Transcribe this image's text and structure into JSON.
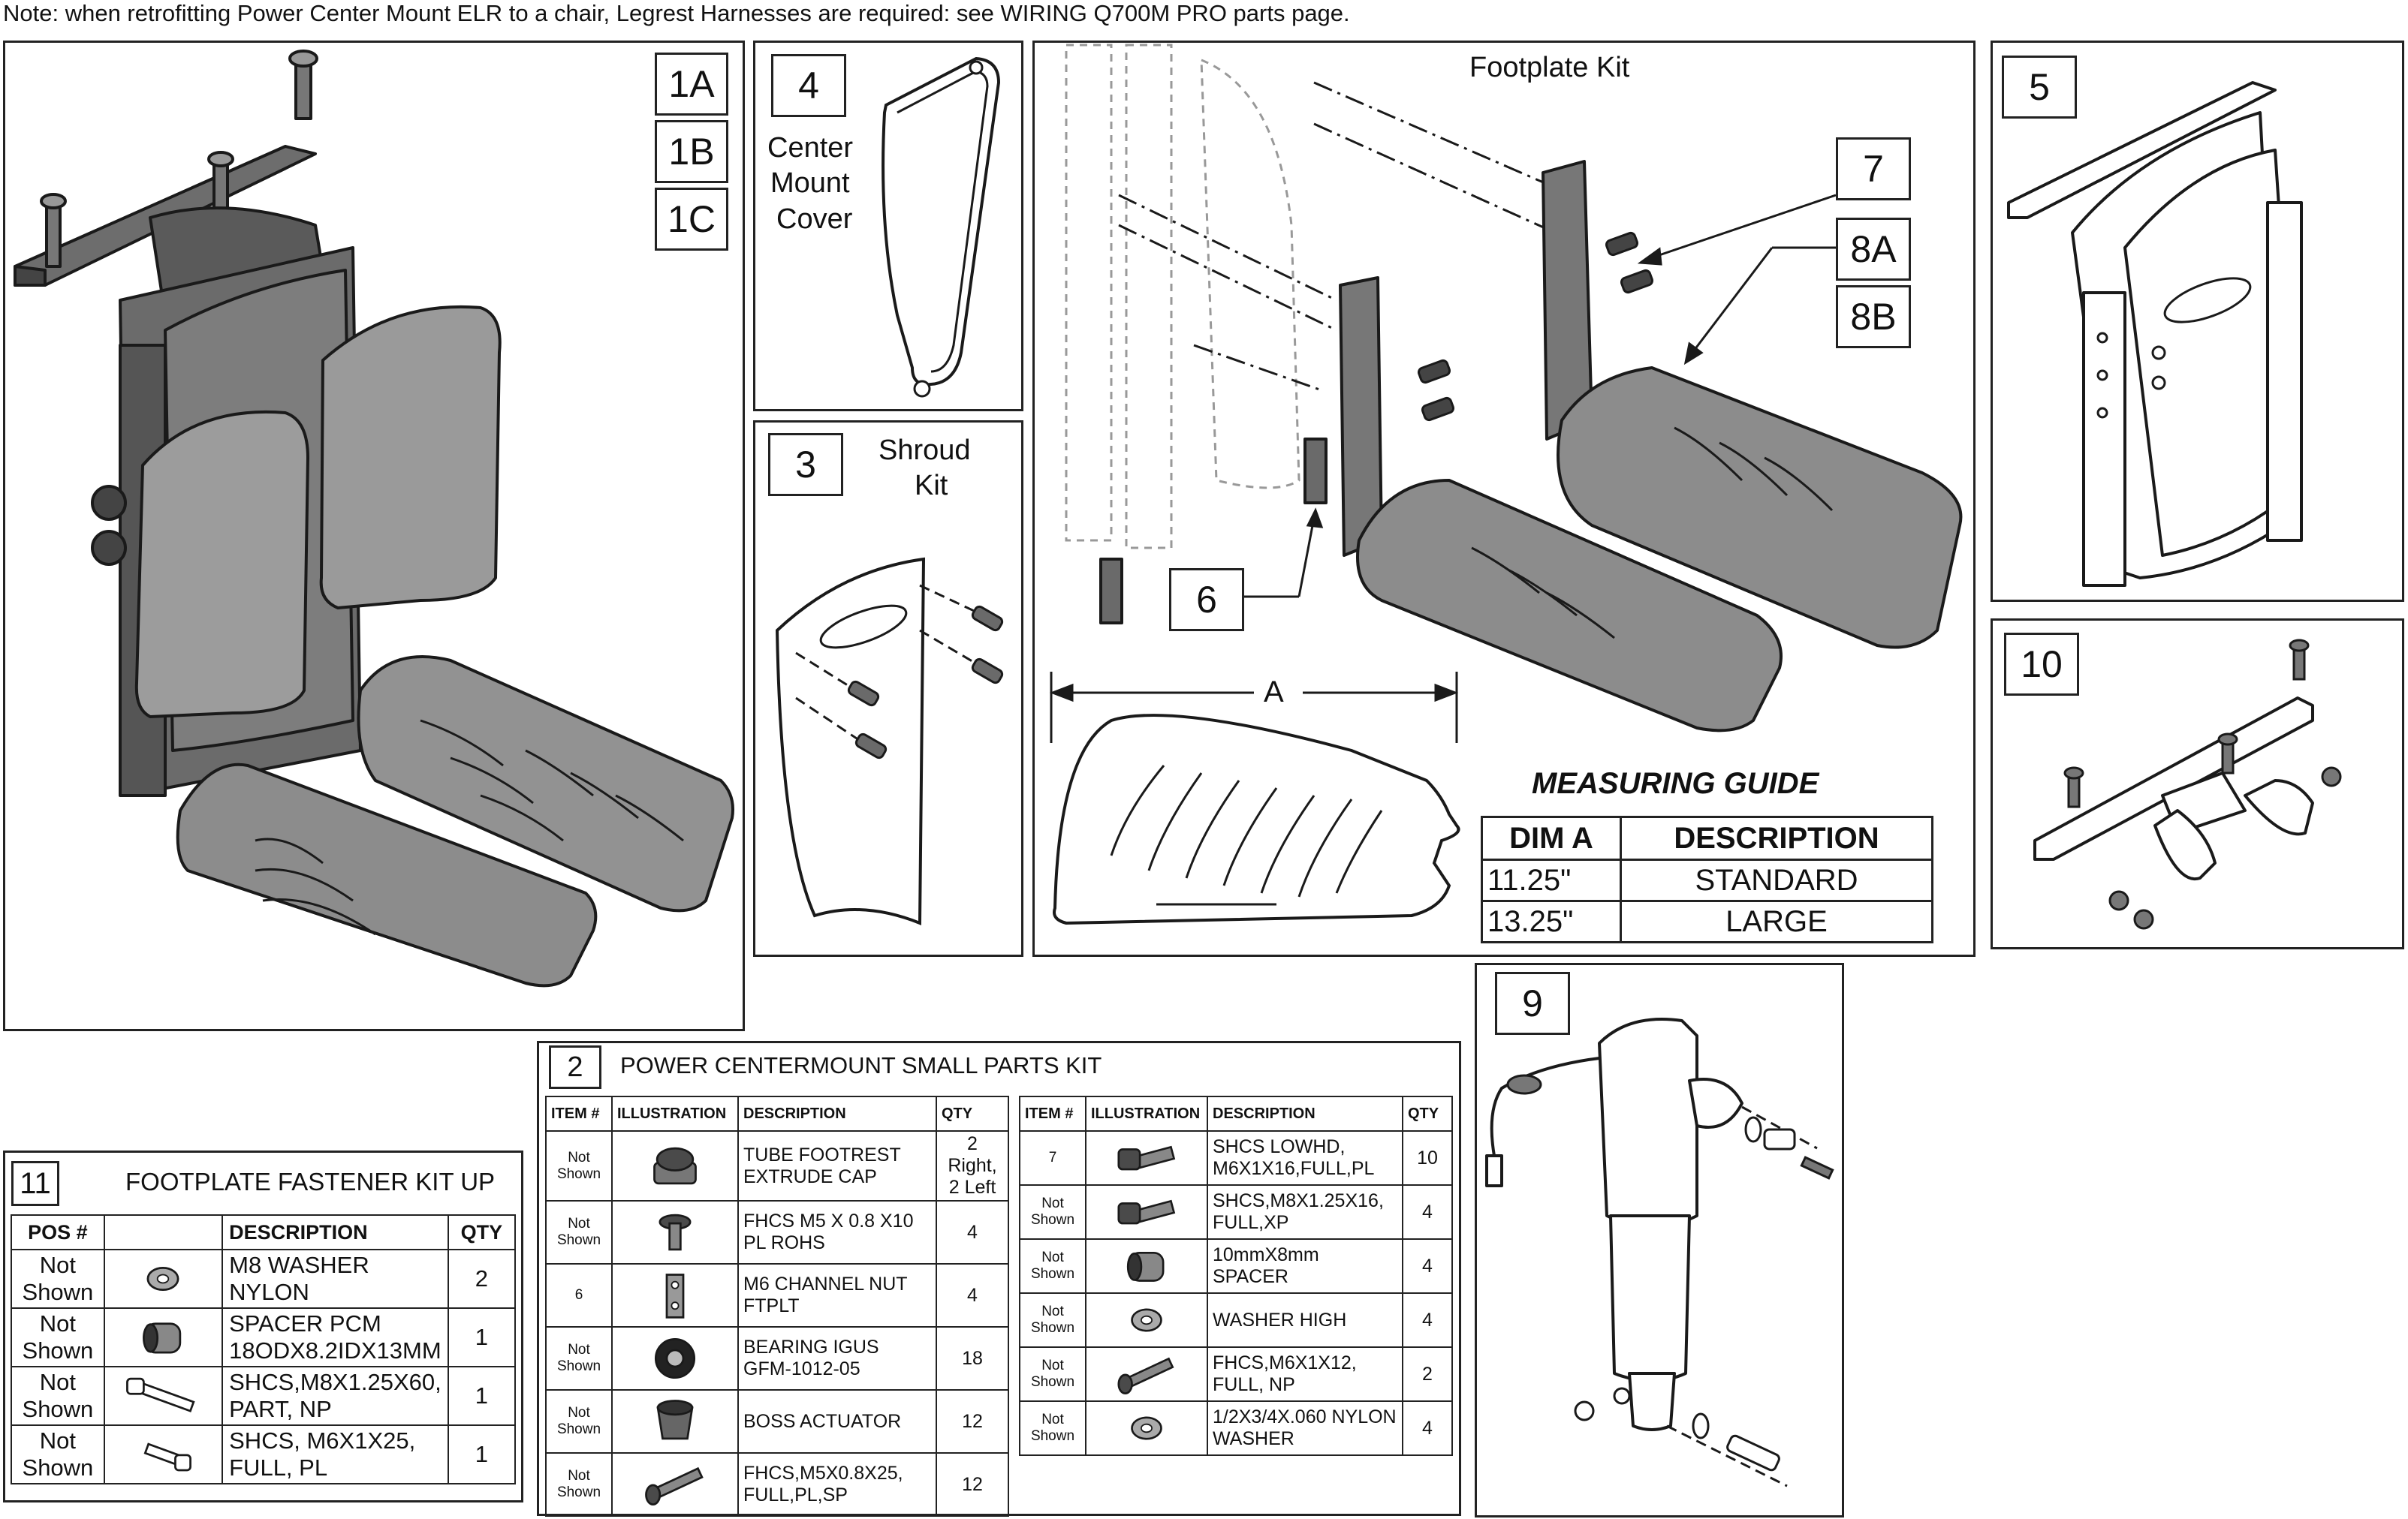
{
  "note": "Note: when retrofitting Power Center Mount ELR to a chair, Legrest Harnesses are required: see WIRING Q700M PRO parts page.",
  "callouts": {
    "c1a": "1A",
    "c1b": "1B",
    "c1c": "1C",
    "c4": "4",
    "c3": "3",
    "c5": "5",
    "c6": "6",
    "c7": "7",
    "c8a": "8A",
    "c8b": "8B",
    "c9": "9",
    "c10": "10",
    "c2": "2",
    "c11": "11",
    "dim_a": "A"
  },
  "labels": {
    "center_mount_cover": [
      "Center",
      "Mount",
      "Cover"
    ],
    "shroud_kit": [
      "Shroud",
      "Kit"
    ],
    "footplate_kit": "Footplate Kit",
    "measuring_guide": "MEASURING GUIDE"
  },
  "measuring_table": {
    "headers": [
      "DIM A",
      "DESCRIPTION"
    ],
    "rows": [
      [
        "11.25\"",
        "STANDARD"
      ],
      [
        "13.25\"",
        "LARGE"
      ]
    ]
  },
  "small_parts_kit": {
    "title": "POWER CENTERMOUNT SMALL PARTS KIT",
    "headers": [
      "ITEM #",
      "ILLUSTRATION",
      "DESCRIPTION",
      "QTY"
    ],
    "left_rows": [
      {
        "item": "Not Shown",
        "icon": "footrest-cap-icon",
        "desc": "TUBE FOOTREST EXTRUDE CAP",
        "qty": "2 Right, 2 Left"
      },
      {
        "item": "Not Shown",
        "icon": "flat-head-screw-icon",
        "desc": "FHCS M5 X 0.8 X10 PL ROHS",
        "qty": "4"
      },
      {
        "item": "6",
        "icon": "channel-nut-icon",
        "desc": "M6 CHANNEL NUT FTPLT",
        "qty": "4"
      },
      {
        "item": "Not Shown",
        "icon": "bearing-icon",
        "desc": "BEARING IGUS GFM-1012-05",
        "qty": "18"
      },
      {
        "item": "Not Shown",
        "icon": "boss-actuator-icon",
        "desc": "BOSS ACTUATOR",
        "qty": "12"
      },
      {
        "item": "Not Shown",
        "icon": "long-screw-icon",
        "desc": "FHCS,M5X0.8X25, FULL,PL,SP",
        "qty": "12"
      }
    ],
    "right_rows": [
      {
        "item": "7",
        "icon": "socket-screw-icon",
        "desc": "SHCS LOWHD, M6X1X16,FULL,PL",
        "qty": "10"
      },
      {
        "item": "Not Shown",
        "icon": "socket-screw-icon",
        "desc": "SHCS,M8X1.25X16, FULL,XP",
        "qty": "4"
      },
      {
        "item": "Not Shown",
        "icon": "spacer-icon",
        "desc": "10mmX8mm SPACER",
        "qty": "4"
      },
      {
        "item": "Not Shown",
        "icon": "washer-icon",
        "desc": "WASHER HIGH",
        "qty": "4"
      },
      {
        "item": "Not Shown",
        "icon": "long-screw-icon",
        "desc": "FHCS,M6X1X12, FULL, NP",
        "qty": "2"
      },
      {
        "item": "Not Shown",
        "icon": "washer-icon",
        "desc": "1/2X3/4X.060 NYLON WASHER",
        "qty": "4"
      }
    ]
  },
  "fastener_kit": {
    "title": "FOOTPLATE FASTENER KIT UP",
    "headers": [
      "POS #",
      "",
      "DESCRIPTION",
      "QTY"
    ],
    "rows": [
      {
        "pos": "Not Shown",
        "icon": "washer-icon",
        "desc": "M8 WASHER NYLON",
        "qty": "2"
      },
      {
        "pos": "Not Shown",
        "icon": "spacer-icon",
        "desc": "SPACER PCM 18ODX8.2IDX13MM",
        "qty": "1"
      },
      {
        "pos": "Not Shown",
        "icon": "long-bolt-icon",
        "desc": "SHCS,M8X1.25X60, PART, NP",
        "qty": "1"
      },
      {
        "pos": "Not Shown",
        "icon": "short-bolt-icon",
        "desc": "SHCS, M6X1X25, FULL, PL",
        "qty": "1"
      }
    ]
  }
}
